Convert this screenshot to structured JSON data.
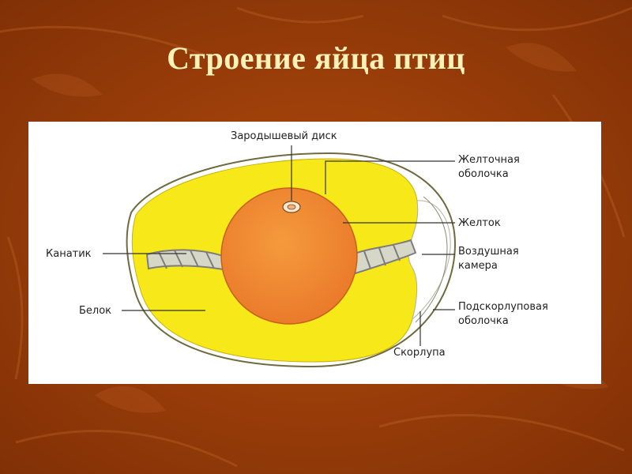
{
  "title": "Строение яйца птиц",
  "diagram": {
    "labels": {
      "germinal_disc": "Зародышевый диск",
      "yolk_membrane_line1": "Желточная",
      "yolk_membrane_line2": "оболочка",
      "yolk": "Желток",
      "air_chamber_line1": "Воздушная",
      "air_chamber_line2": "камера",
      "subshell_membrane_line1": "Подскорлуповая",
      "subshell_membrane_line2": "оболочка",
      "shell": "Скорлупа",
      "chalaza": "Канатик",
      "albumen": "Белок"
    }
  },
  "colors": {
    "background": "#9a3b08",
    "title": "#fff2b8",
    "albumen": "#f7e81a",
    "yolk": "#f08a2c",
    "panel": "#ffffff"
  }
}
